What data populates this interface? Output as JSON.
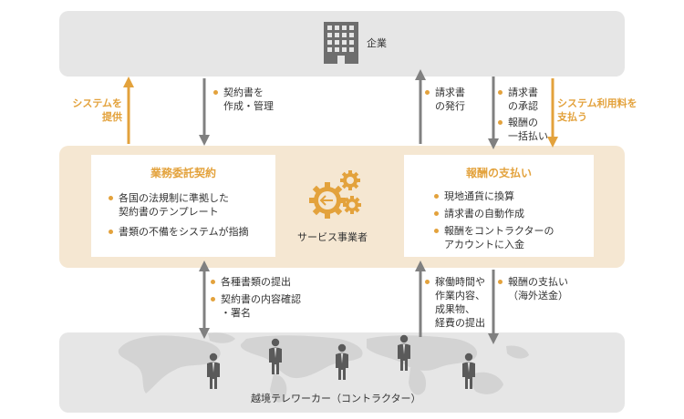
{
  "company": {
    "label": "企業",
    "icon": "building-icon"
  },
  "provider": {
    "label": "サービス事業者",
    "icon": "gears-icon"
  },
  "contractor": {
    "label": "越境テレワーカー（コントラクター）",
    "icon": "person-icon"
  },
  "card_contract": {
    "title": "業務委託契約",
    "items": [
      "各国の法規制に準拠した\n契約書のテンプレート",
      "書類の不備をシステムが指摘"
    ]
  },
  "card_payment": {
    "title": "報酬の支払い",
    "items": [
      "現地通貨に換算",
      "請求書の自動作成",
      "報酬をコントラクターの\nアカウントに入金"
    ]
  },
  "flows_upper": {
    "provide_system": "システムを\n提供",
    "contract_doc": "契約書を\n作成・管理",
    "invoice_issue": "請求書\nの発行",
    "invoice_approve": "請求書\nの承認",
    "bulk_pay": "報酬の\n一括払い",
    "usage_fee": "システム利用料を\n支払う"
  },
  "flows_lower": {
    "submit_docs": "各種書類の提出",
    "confirm_sign": "契約書の内容確認\n・署名",
    "submit_hours": "稼働時間や\n作業内容、\n成果物、\n経費の提出",
    "overseas_pay": "報酬の支払い\n（海外送金）"
  },
  "colors": {
    "gray_band": "#e6e6e6",
    "cream_band": "#f5e7d2",
    "accent": "#e3a23c",
    "arrow_gray": "#808080",
    "icon_gray": "#6e6e6e"
  }
}
